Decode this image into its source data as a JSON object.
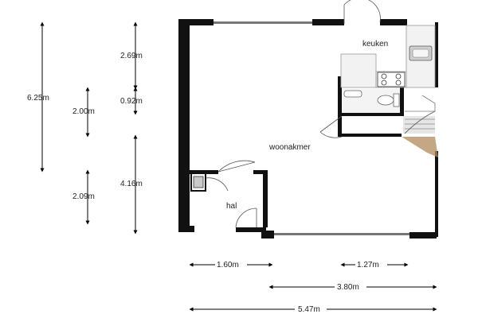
{
  "rooms": {
    "keuken": "keuken",
    "woonkamer": "woonakmer",
    "hal": "hal"
  },
  "dimensions": {
    "total_height": "6.25m",
    "kitchen_depth": "2.69m",
    "toilet_depth": "0.92m",
    "stair_height": "2.00m",
    "living_depth": "4.16m",
    "hall_depth": "2.09m",
    "hall_width": "1.60m",
    "stair_width": "1.27m",
    "rear_width": "3.80m",
    "total_width": "5.47m"
  },
  "colors": {
    "wall": "#111111",
    "floor": "#ffffff",
    "dimension_line": "#000000",
    "counter": "#f2f2f2",
    "stairs": "#dddddd",
    "stair_accent": "#b08a5a"
  }
}
